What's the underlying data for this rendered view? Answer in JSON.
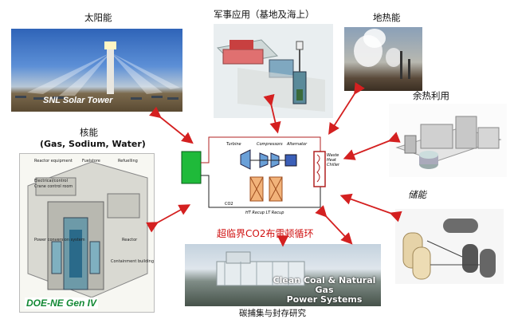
{
  "labels": {
    "solar": "太阳能",
    "military": "军事应用（基地及海上）",
    "geothermal": "地热能",
    "waste_heat": "余热利用",
    "nuclear": "核能",
    "nuclear_sub": "(Gas, Sodium, Water)",
    "storage": "储能",
    "ccs": "碳捕集与封存研究",
    "cycle_title": "超临界CO2布雷顿循环"
  },
  "photo_captions": {
    "solar": "SNL Solar Tower",
    "nuclear": "DOE-NE Gen IV",
    "coal_line1": "Clean Coal & Natural Gas",
    "coal_line2": "Power Systems"
  },
  "cycle": {
    "turbine": "Turbine",
    "compressors": "Compressors",
    "alternator": "Alternator",
    "waste_heat_1": "Waste Heat",
    "waste_heat_2": "Chiller",
    "recup": "HT Recup  LT Recup",
    "co2": "CO2"
  },
  "reactor_labels": [
    "Reactor equipment",
    "Fuelstore",
    "Refuelling",
    "Electrical/control",
    "Crane control room",
    "Power conversion system",
    "Reactor",
    "Containment building"
  ],
  "colors": {
    "arrow": "#d42020",
    "cycle_title": "#d01010",
    "caption_green": "#118833",
    "heater_green": "#1fba3a"
  }
}
